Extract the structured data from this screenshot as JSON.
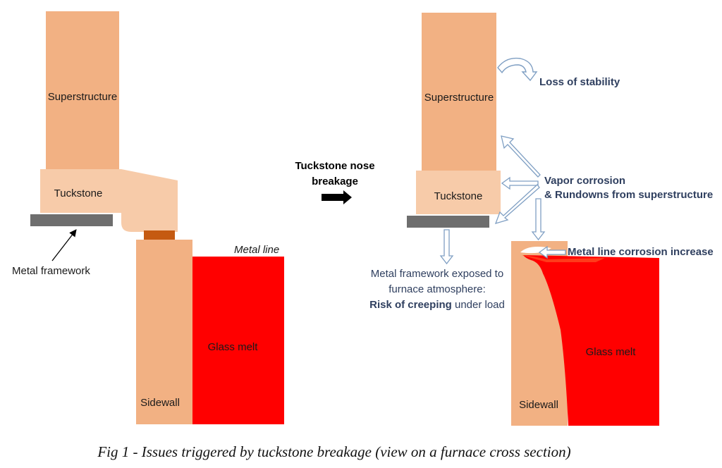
{
  "left": {
    "superstructure": "Superstructure",
    "tuckstone": "Tuckstone",
    "metal_framework": "Metal framework",
    "metal_line": "Metal line",
    "glass_melt": "Glass melt",
    "sidewall": "Sidewall"
  },
  "middle": {
    "title_line1": "Tuckstone nose",
    "title_line2": "breakage"
  },
  "right": {
    "superstructure": "Superstructure",
    "tuckstone": "Tuckstone",
    "loss_of_stability": "Loss of stability",
    "vapor_line1": "Vapor corrosion",
    "vapor_line2": "& Rundowns from superstructure",
    "metal_line_corrosion": "Metal line corrosion increase",
    "framework_line1": "Metal framework exposed to",
    "framework_line2": "furnace atmosphere:",
    "framework_line3_bold": "Risk of creeping",
    "framework_line3_rest": " under load",
    "glass_melt": "Glass melt",
    "sidewall": "Sidewall"
  },
  "caption": "Fig 1 - Issues triggered by tuckstone breakage (view on a furnace cross section)",
  "colors": {
    "refractory": "#f2b183",
    "tuckstone": "#f7cba9",
    "framework": "#6e6e6e",
    "glass": "#ff0000",
    "seal": "#c55a11",
    "arrow_outline": "#7f9fc3",
    "label_blue": "#2f3f5f"
  }
}
